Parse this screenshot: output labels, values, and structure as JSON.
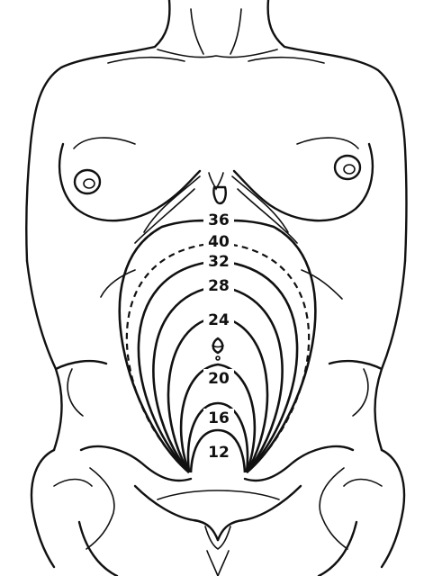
{
  "diagram": {
    "week_labels": [
      {
        "id": "w36",
        "text": "36",
        "style": "solid"
      },
      {
        "id": "w40",
        "text": "40",
        "style": "dashed"
      },
      {
        "id": "w32",
        "text": "32",
        "style": "solid"
      },
      {
        "id": "w28",
        "text": "28",
        "style": "solid"
      },
      {
        "id": "w24",
        "text": "24",
        "style": "solid"
      },
      {
        "id": "w20",
        "text": "20",
        "style": "solid"
      },
      {
        "id": "w16",
        "text": "16",
        "style": "solid"
      },
      {
        "id": "w12",
        "text": "12",
        "style": "solid"
      }
    ],
    "line_color": "#111111",
    "background": "#ffffff"
  }
}
